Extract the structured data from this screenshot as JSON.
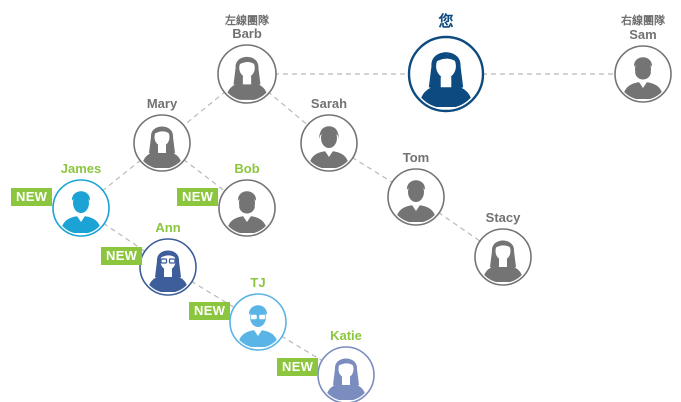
{
  "headers": {
    "left_team": "左線團隊",
    "you": "您",
    "right_team": "右線團隊"
  },
  "badge_text": "NEW",
  "colors": {
    "gray": "#747474",
    "you": "#0d4a80",
    "james": "#1aa3d4",
    "ann": "#3d5e9a",
    "tj": "#5ab4e5",
    "katie": "#7b8cbf",
    "new_green": "#8cc63f",
    "line": "#b9b9b9"
  },
  "members": [
    {
      "id": "barb",
      "name": "Barb",
      "avatar": "female-avatar-icon",
      "color": "#747474",
      "new": false
    },
    {
      "id": "you",
      "name": "",
      "avatar": "female-avatar-icon",
      "color": "#0d4a80",
      "new": false,
      "is_you": true
    },
    {
      "id": "sam",
      "name": "Sam",
      "avatar": "bearded-male-avatar-icon",
      "color": "#747474",
      "new": false
    },
    {
      "id": "mary",
      "name": "Mary",
      "avatar": "female-avatar-icon",
      "color": "#747474",
      "new": false
    },
    {
      "id": "sarah",
      "name": "Sarah",
      "avatar": "short-hair-avatar-icon",
      "color": "#747474",
      "new": false
    },
    {
      "id": "tom",
      "name": "Tom",
      "avatar": "male-avatar-icon",
      "color": "#747474",
      "new": false
    },
    {
      "id": "stacy",
      "name": "Stacy",
      "avatar": "female-avatar-icon",
      "color": "#747474",
      "new": false
    },
    {
      "id": "james",
      "name": "James",
      "avatar": "male-avatar-icon",
      "color": "#1aa3d4",
      "new": true
    },
    {
      "id": "bob",
      "name": "Bob",
      "avatar": "bearded-male-avatar-icon",
      "color": "#747474",
      "new": true
    },
    {
      "id": "ann",
      "name": "Ann",
      "avatar": "female-glasses-avatar-icon",
      "color": "#3d5e9a",
      "new": true
    },
    {
      "id": "tj",
      "name": "TJ",
      "avatar": "male-glasses-avatar-icon",
      "color": "#5ab4e5",
      "new": true
    },
    {
      "id": "katie",
      "name": "Katie",
      "avatar": "female-avatar-icon",
      "color": "#7b8cbf",
      "new": true
    }
  ],
  "links": [
    [
      "barb",
      "you"
    ],
    [
      "you",
      "sam"
    ],
    [
      "barb",
      "mary"
    ],
    [
      "barb",
      "sarah"
    ],
    [
      "sarah",
      "tom"
    ],
    [
      "tom",
      "stacy"
    ],
    [
      "mary",
      "james"
    ],
    [
      "mary",
      "bob"
    ],
    [
      "james",
      "ann"
    ],
    [
      "ann",
      "tj"
    ],
    [
      "tj",
      "katie"
    ]
  ]
}
